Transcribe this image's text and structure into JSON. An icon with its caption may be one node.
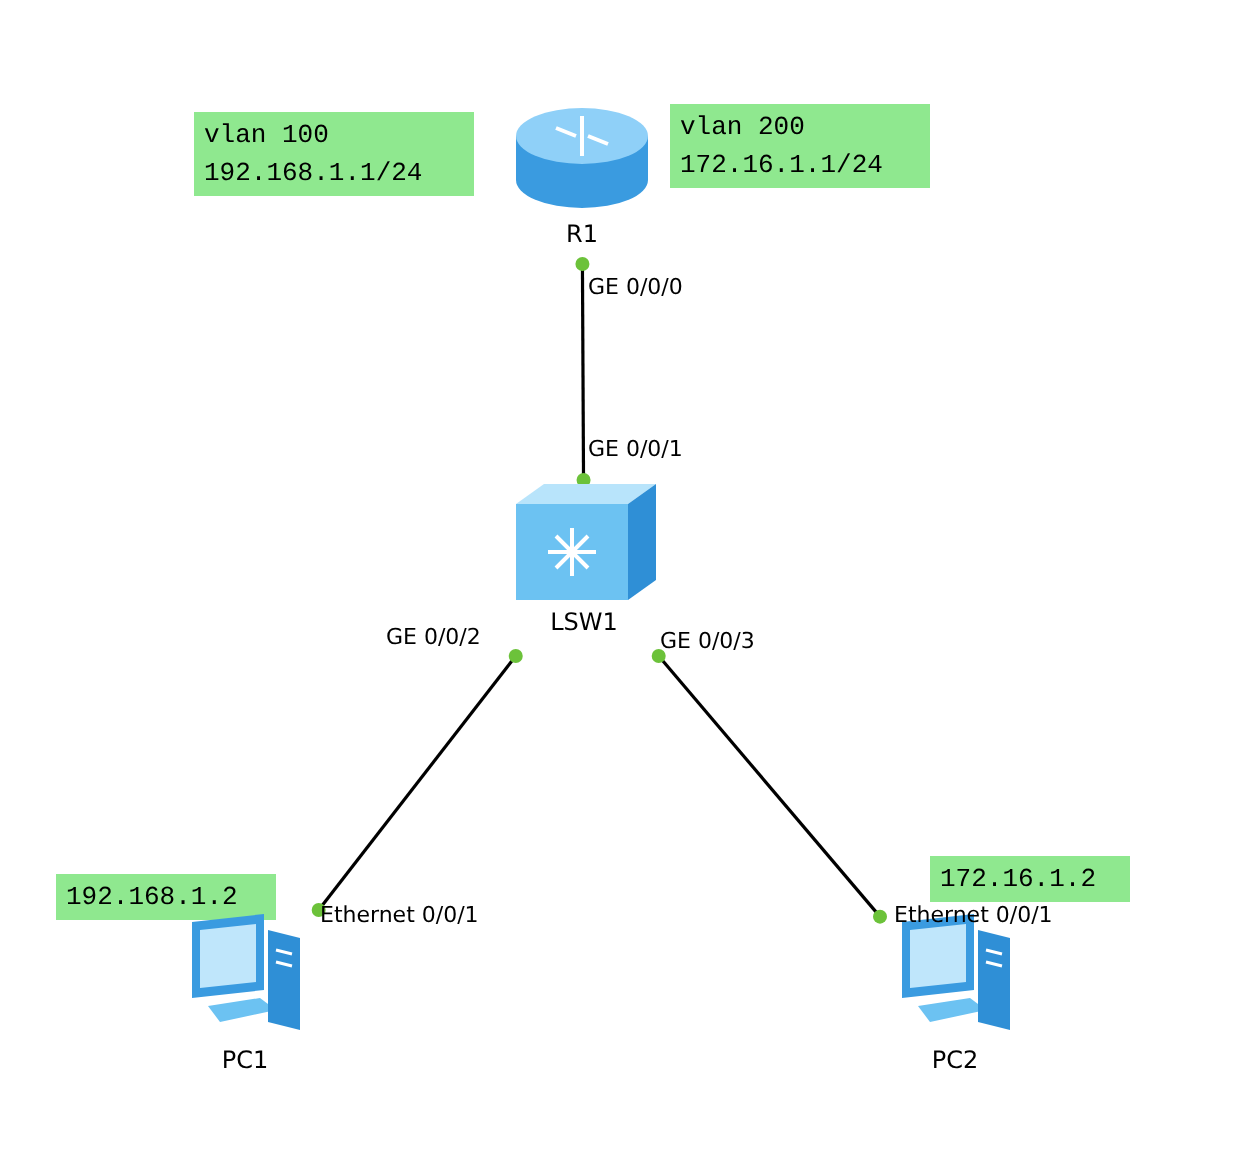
{
  "diagram": {
    "nodes": [
      {
        "text": [
          "vlan 100 192.168.1.1/24"
        ]
      },
      {
        "text": [
          "R1"
        ]
      },
      {
        "text": [
          "vlan 200 172.16.1.1/24"
        ]
      },
      {
        "text": [
          "LSW1"
        ]
      },
      {
        "text": [
          "192.168.1.2"
        ]
      },
      {
        "text": [
          "172.16.1.2"
        ]
      },
      {
        "text": [
          "PC1"
        ]
      },
      {
        "text": [
          "PC2"
        ]
      }
    ],
    "edges": [
      {
        "from": 1,
        "to": 3,
        "arrow": "other"
      },
      {
        "from": 3,
        "to": 6,
        "arrow": "other"
      },
      {
        "from": 3,
        "to": 7,
        "arrow": "other"
      }
    ],
    "labels": [
      "GE 0/0/0",
      "GE 0/0/1",
      "GE 0/0/2",
      "GE 0/0/3",
      "Ethernet 0/0/1",
      "Ethernet 0/0/1"
    ]
  }
}
